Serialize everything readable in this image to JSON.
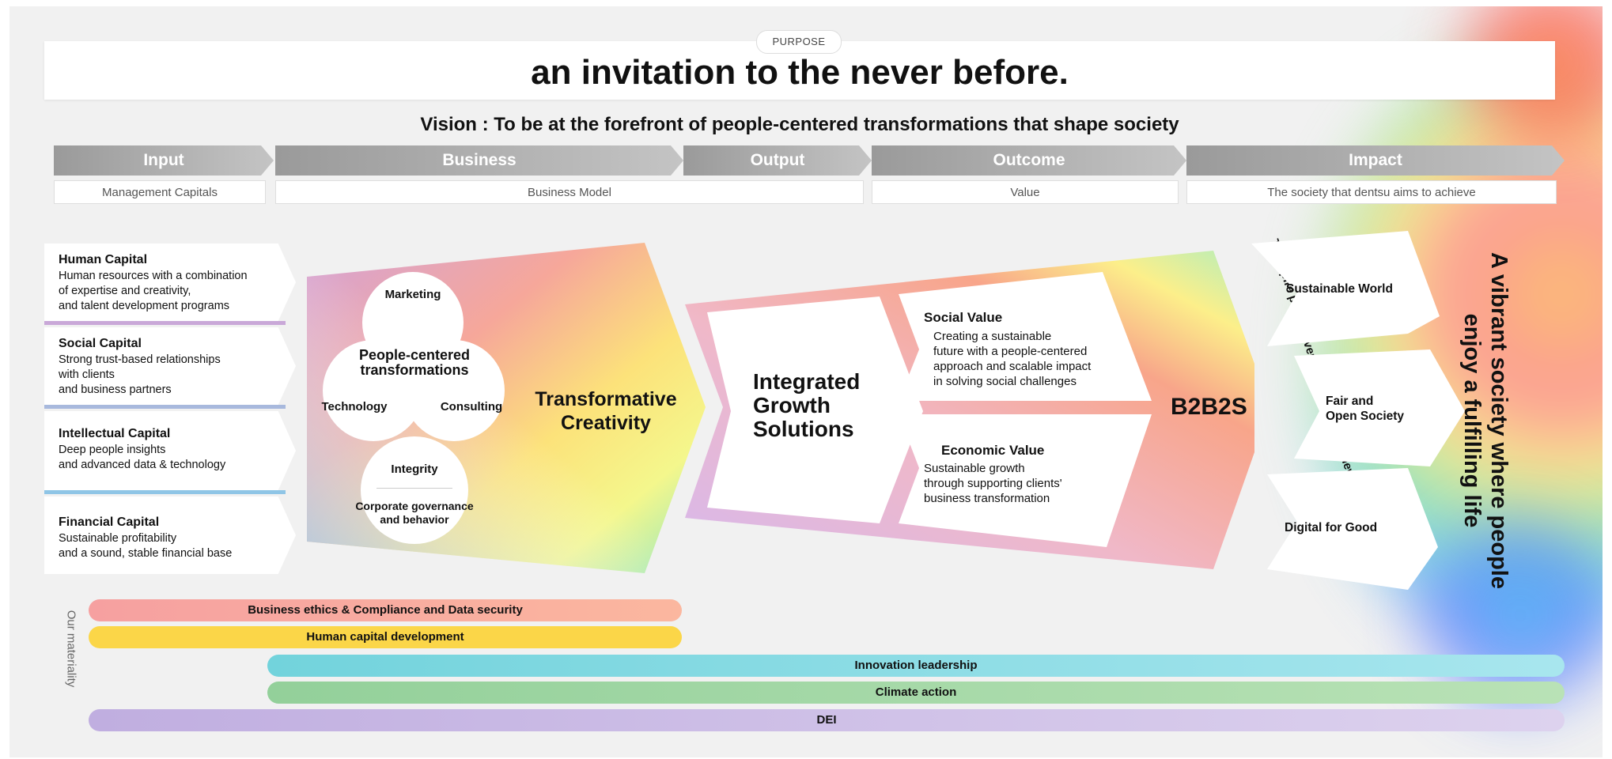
{
  "purpose": {
    "tag": "PURPOSE",
    "statement": "an invitation to the never before."
  },
  "vision": "Vision : To be at the forefront of people-centered transformations that shape society",
  "stages": [
    {
      "label": "Input",
      "sub": "Management Capitals"
    },
    {
      "label": "Business",
      "sub": "Business Model"
    },
    {
      "label": "Output"
    },
    {
      "label": "Outcome",
      "sub": "Value"
    },
    {
      "label": "Impact",
      "sub": "The society that dentsu aims to achieve"
    }
  ],
  "capitals": [
    {
      "title": "Human Capital",
      "desc": "Human resources with a combination\nof expertise and creativity,\nand talent development programs"
    },
    {
      "title": "Social Capital",
      "desc": "Strong trust-based relationships\nwith clients\nand business partners"
    },
    {
      "title": "Intellectual Capital",
      "desc": "Deep people insights\nand advanced data & technology"
    },
    {
      "title": "Financial Capital",
      "desc": "Sustainable profitability\nand a sound, stable financial base"
    }
  ],
  "business": {
    "center": "People-centered\ntransformations",
    "marketing": "Marketing",
    "technology": "Technology",
    "consulting": "Consulting",
    "integrity": "Integrity",
    "governance": "Corporate governance\nand behavior",
    "transformative": "Transformative\nCreativity"
  },
  "output": {
    "label": "Integrated\nGrowth\nSolutions"
  },
  "outcome": {
    "social_title": "Social Value",
    "social_desc": "Creating a sustainable\n  future with a people-centered\n    approach and scalable impact\n      in solving social challenges",
    "economic_title": "Economic Value",
    "economic_desc": "  Sustainable growth\n  through supporting clients'\nbusiness transformation",
    "b2b2s": "B2B2S"
  },
  "inspire": "To inspire people everywhere towards a new way of living",
  "impact_items": [
    "Sustainable World",
    "Fair and\nOpen Society",
    "Digital for Good"
  ],
  "society": "A vibrant society where people\nenjoy a fulfilling life",
  "materiality": {
    "label": "Our materiality",
    "items": [
      {
        "label": "Business ethics & Compliance and Data security",
        "color": "#f4a0a0"
      },
      {
        "label": "Human capital development",
        "color": "#f9d54a"
      },
      {
        "label": "Innovation leadership",
        "color": "#7fd6df"
      },
      {
        "label": "Climate action",
        "color": "#9fd49a"
      },
      {
        "label": "DEI",
        "color": "#c6b3e0"
      }
    ]
  }
}
